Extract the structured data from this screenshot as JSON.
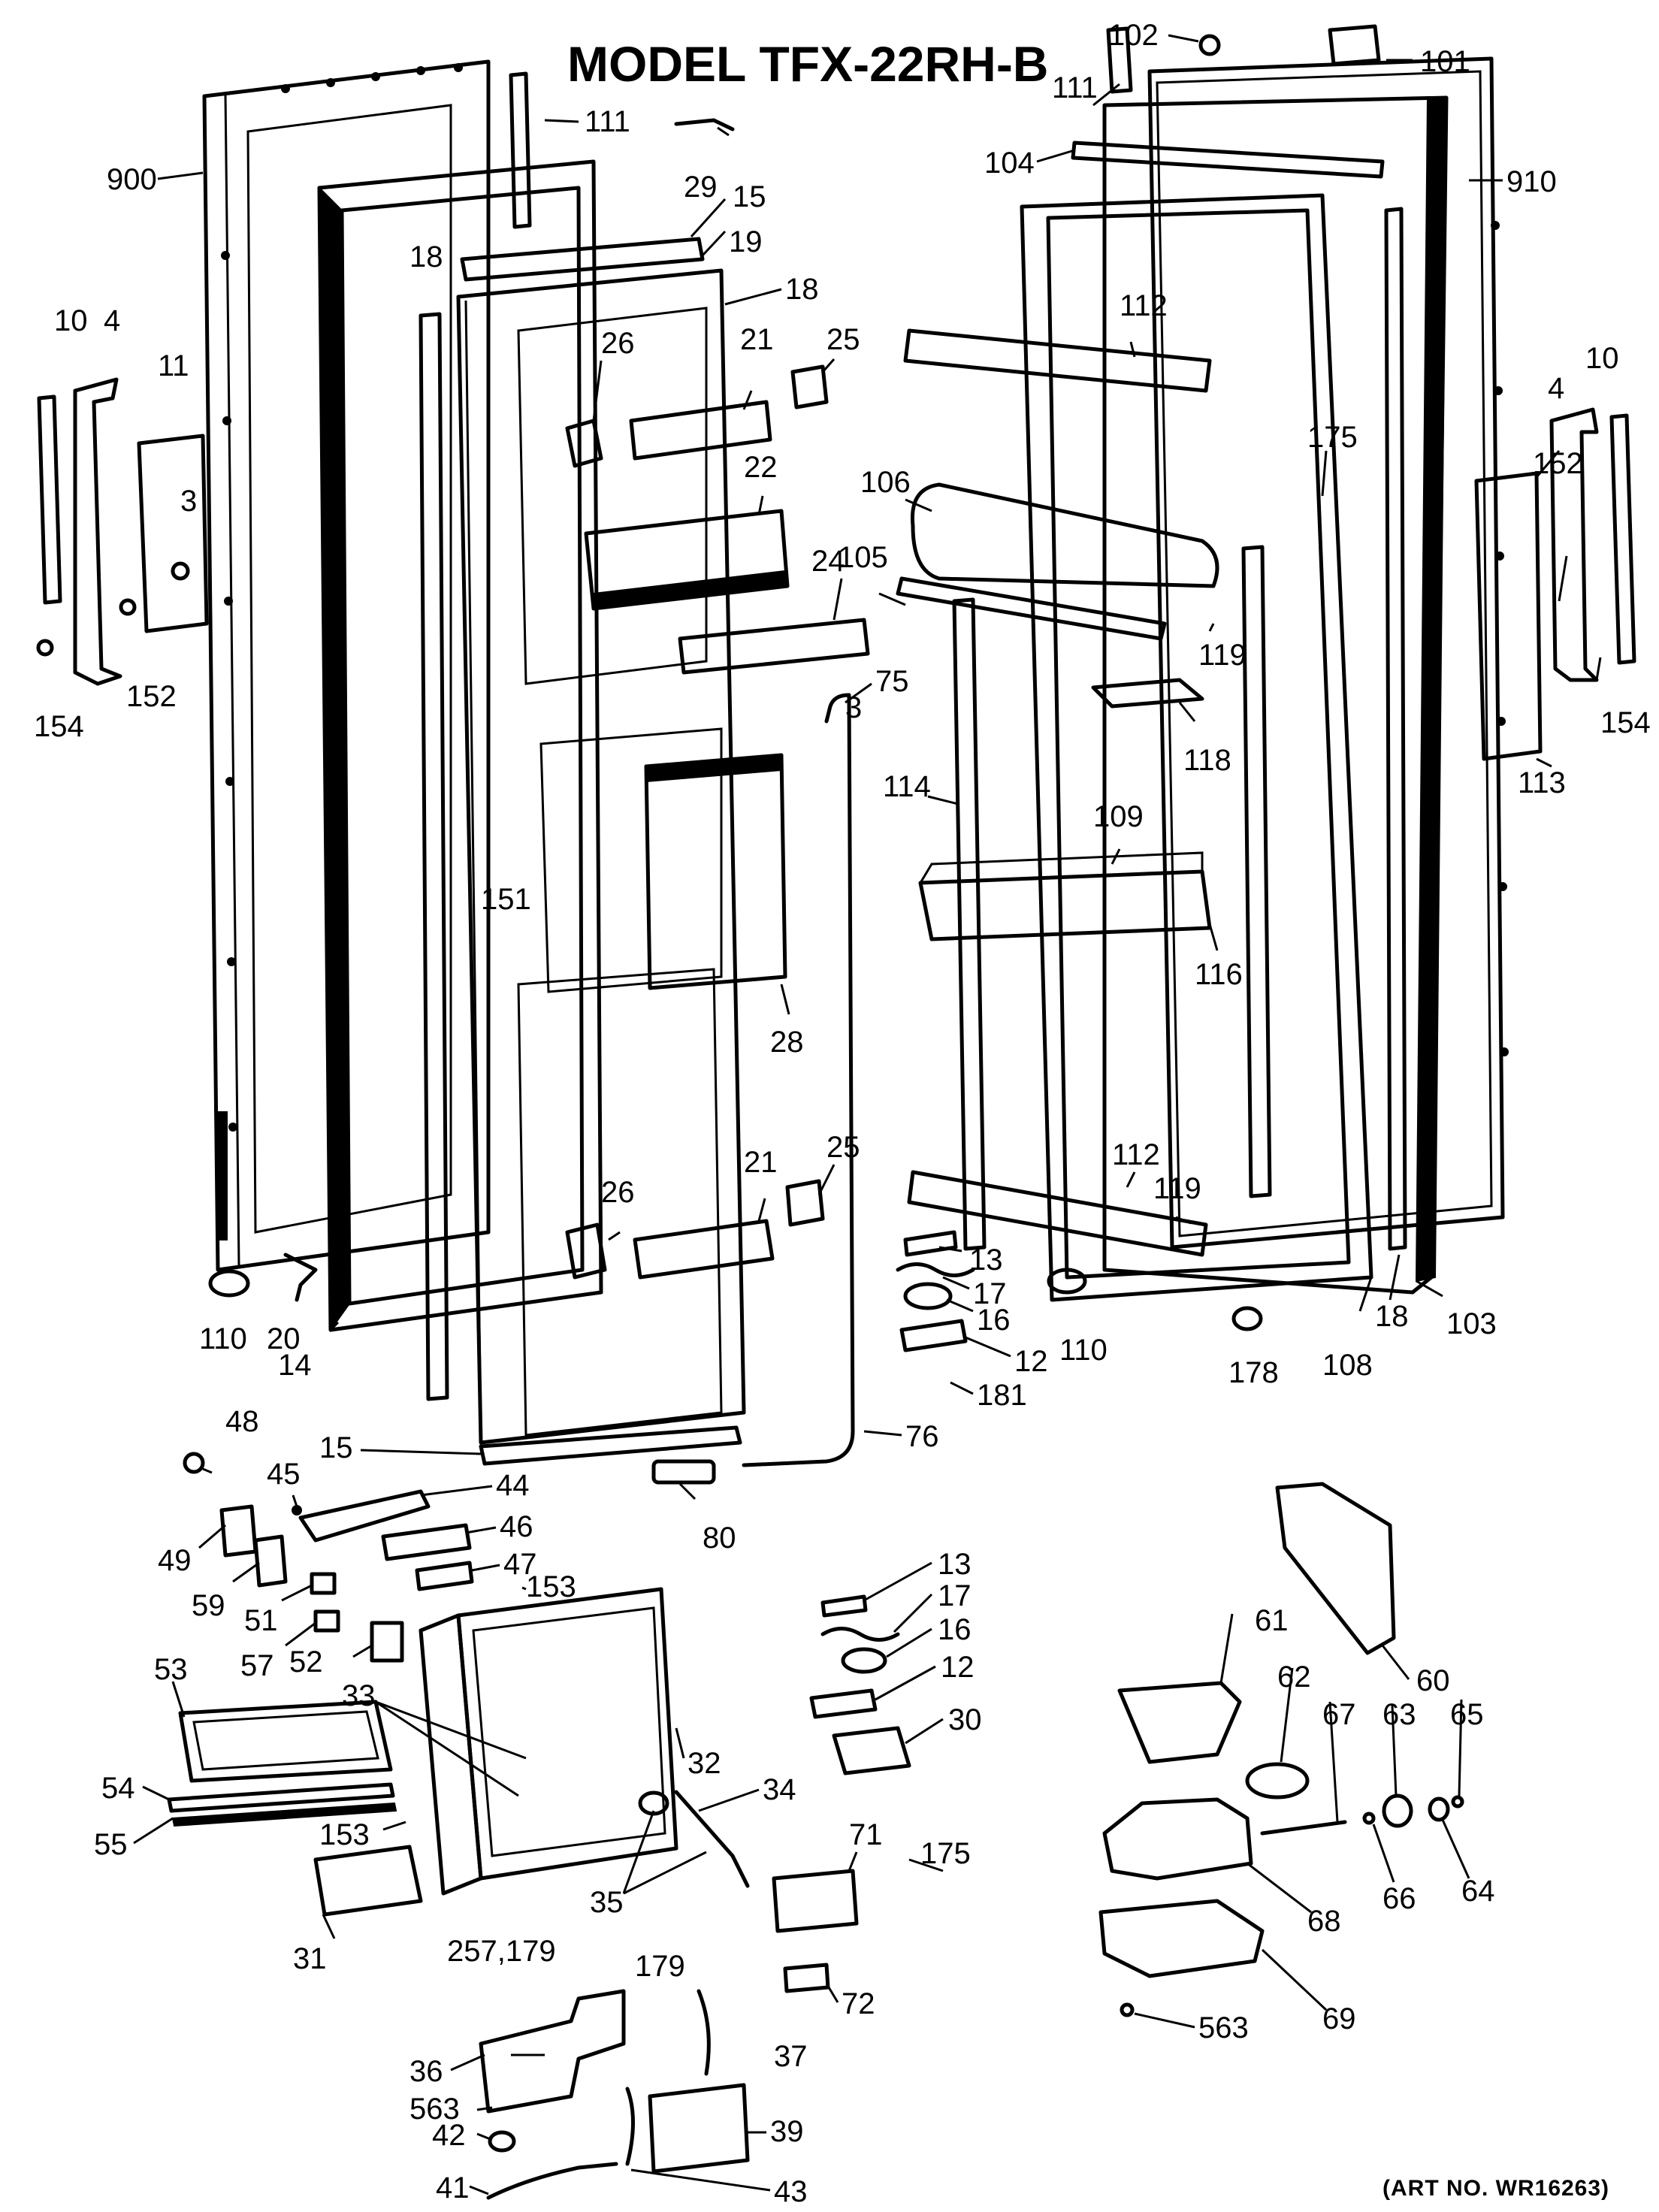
{
  "title": "MODEL TFX-22RH-B",
  "art_number": "(ART NO. WR16263)",
  "callouts": [
    "900",
    "111",
    "29",
    "15",
    "19",
    "18",
    "10",
    "4",
    "11",
    "3",
    "152",
    "154",
    "18",
    "26",
    "21",
    "25",
    "22",
    "24",
    "3",
    "75",
    "151",
    "28",
    "26",
    "21",
    "25",
    "110",
    "20",
    "14",
    "15",
    "76",
    "80",
    "102",
    "101",
    "111",
    "104",
    "910",
    "112",
    "175",
    "106",
    "105",
    "119",
    "118",
    "114",
    "109",
    "116",
    "4",
    "10",
    "152",
    "154",
    "113",
    "112",
    "119",
    "13",
    "17",
    "16",
    "12",
    "181",
    "110",
    "178",
    "108",
    "18",
    "103",
    "48",
    "45",
    "44",
    "49",
    "46",
    "47",
    "153",
    "59",
    "51",
    "57",
    "52",
    "33",
    "32",
    "53",
    "54",
    "55",
    "153",
    "31",
    "34",
    "35",
    "71",
    "175",
    "257,179",
    "179",
    "36",
    "37",
    "563",
    "42",
    "41",
    "39",
    "43",
    "13",
    "17",
    "16",
    "12",
    "30",
    "72",
    "60",
    "61",
    "62",
    "67",
    "63",
    "65",
    "68",
    "66",
    "64",
    "69",
    "563"
  ]
}
